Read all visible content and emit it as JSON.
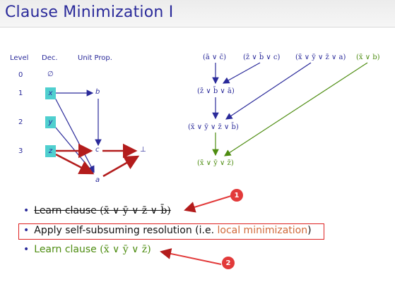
{
  "slide": {
    "title": "Clause Minimization I"
  },
  "graph": {
    "headers": {
      "level": "Level",
      "dec": "Dec.",
      "unit_prop": "Unit Prop."
    },
    "levels": [
      "0",
      "1",
      "2",
      "3"
    ],
    "level0_dec": "∅",
    "decisions": [
      "x",
      "y",
      "z"
    ],
    "implied": {
      "b": "b",
      "c": "c",
      "a": "a",
      "conflict": "⊥"
    }
  },
  "resolution": {
    "clauses_top": [
      "(ā ∨ c̄)",
      "(z̄ ∨ b̄ ∨ c)",
      "(x̄ ∨ ȳ ∨ z̄ ∨ a)",
      "(x̄ ∨ b)"
    ],
    "clause_r1": "(z̄ ∨ b̄ ∨ ā)",
    "clause_r2": "(x̄ ∨ ȳ ∨ z̄ ∨ b̄)",
    "clause_r3": "(x̄ ∨ ȳ ∨ z̄)"
  },
  "bullets": {
    "b1_prefix": "Learn clause ",
    "b1_clause": "(x̄ ∨ ȳ ∨ z̄ ∨ b̄)",
    "b2_prefix": "Apply self-subsuming resolution (i.e. ",
    "b2_highlight": "local minimization",
    "b2_suffix": ")",
    "b3_prefix": "Learn clause ",
    "b3_clause": "(x̄ ∨ ȳ ∨ z̄)"
  },
  "annotations": {
    "badge1": "1",
    "badge2": "2"
  },
  "colors": {
    "navy": "#2a2a9a",
    "green": "#4d8c10",
    "red": "#d22",
    "cyan": "#4fcfcf"
  }
}
